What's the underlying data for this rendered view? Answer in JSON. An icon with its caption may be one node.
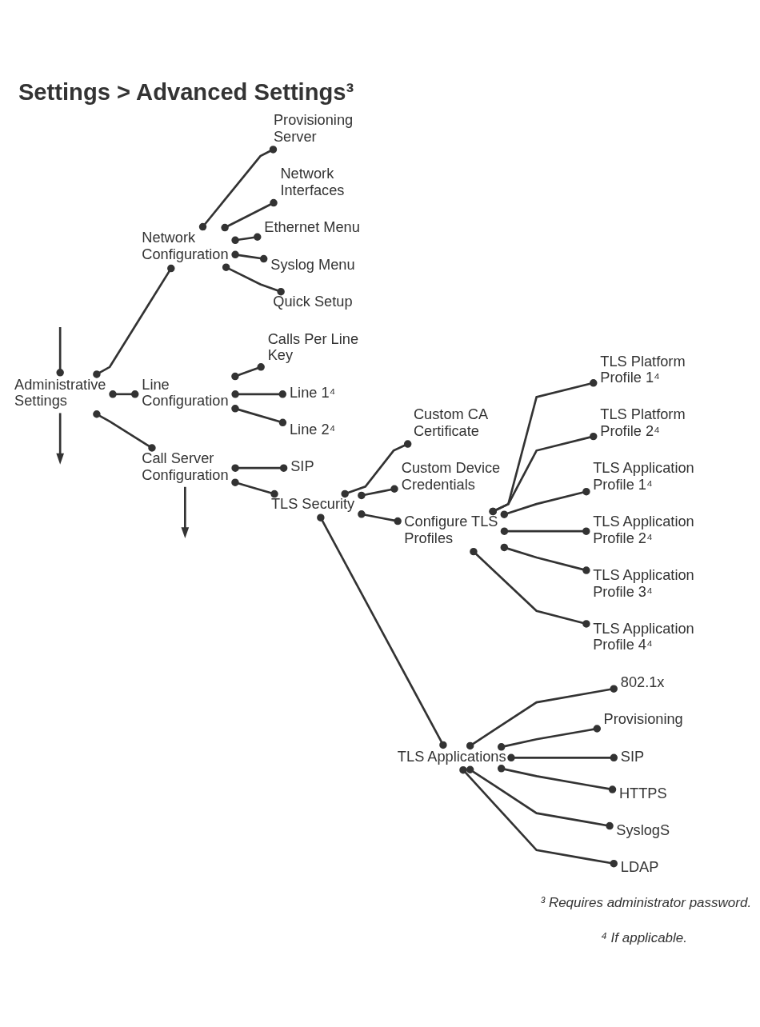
{
  "diagram": {
    "title": "Settings > Advanced Settings³",
    "nodes": [
      {
        "text": [
          "Administrative Settings"
        ]
      },
      {
        "text": [
          "Network Configuration"
        ]
      },
      {
        "text": [
          "Provisioning Server"
        ]
      },
      {
        "text": [
          "Network Interfaces"
        ]
      },
      {
        "text": [
          "Ethernet Menu"
        ]
      },
      {
        "text": [
          "Syslog Menu"
        ]
      },
      {
        "text": [
          "Quick Setup"
        ]
      },
      {
        "text": [
          "Line Configuration"
        ]
      },
      {
        "text": [
          "Calls Per Line Key"
        ]
      },
      {
        "text": [
          "Line 1⁴"
        ]
      },
      {
        "text": [
          "Line 2⁴"
        ]
      },
      {
        "text": [
          "Call Server Configuration"
        ]
      },
      {
        "text": [
          "SIP"
        ]
      },
      {
        "text": [
          "TLS Security"
        ]
      },
      {
        "text": [
          "Custom CA Certificate"
        ]
      },
      {
        "text": [
          "Custom Device Credentials"
        ]
      },
      {
        "text": [
          "Configure TLS Profiles"
        ]
      },
      {
        "text": [
          "TLS Platform Profile 1⁴"
        ]
      },
      {
        "text": [
          "TLS Platform Profile 2⁴"
        ]
      },
      {
        "text": [
          "TLS Application Profile 1⁴"
        ]
      },
      {
        "text": [
          "TLS Application Profile 2⁴"
        ]
      },
      {
        "text": [
          "TLS Application Profile 3⁴"
        ]
      },
      {
        "text": [
          "TLS Application Profile 4⁴"
        ]
      },
      {
        "text": [
          "TLS Applications"
        ]
      },
      {
        "text": [
          "802.1x"
        ]
      },
      {
        "text": [
          "Provisioning"
        ]
      },
      {
        "text": [
          "SIP"
        ]
      },
      {
        "text": [
          "HTTPS"
        ]
      },
      {
        "text": [
          "SyslogS"
        ]
      },
      {
        "text": [
          "LDAP"
        ]
      }
    ],
    "edges": [
      {
        "from": null,
        "to": 0,
        "arrow": "other"
      },
      {
        "from": 0,
        "to": 1,
        "arrow": "other"
      },
      {
        "from": 1,
        "to": 2,
        "arrow": "other"
      },
      {
        "from": 1,
        "to": 3,
        "arrow": "other"
      },
      {
        "from": 1,
        "to": 4,
        "arrow": "other"
      },
      {
        "from": 1,
        "to": 5,
        "arrow": "other"
      },
      {
        "from": 1,
        "to": 6,
        "arrow": "other"
      },
      {
        "from": 0,
        "to": 7,
        "arrow": "other"
      },
      {
        "from": 7,
        "to": 8,
        "arrow": "other"
      },
      {
        "from": 7,
        "to": 9,
        "arrow": "other"
      },
      {
        "from": 7,
        "to": 10,
        "arrow": "other"
      },
      {
        "from": 0,
        "to": 11,
        "arrow": "other"
      },
      {
        "from": 11,
        "to": 12,
        "arrow": "other"
      },
      {
        "from": 11,
        "to": 13,
        "arrow": "other"
      },
      {
        "from": 13,
        "to": 14,
        "arrow": "other"
      },
      {
        "from": 13,
        "to": 15,
        "arrow": "other"
      },
      {
        "from": 13,
        "to": 16,
        "arrow": "other"
      },
      {
        "from": 16,
        "to": 17,
        "arrow": "other"
      },
      {
        "from": 16,
        "to": 18,
        "arrow": "other"
      },
      {
        "from": 16,
        "to": 19,
        "arrow": "other"
      },
      {
        "from": 16,
        "to": 20,
        "arrow": "other"
      },
      {
        "from": 16,
        "to": 21,
        "arrow": "other"
      },
      {
        "from": 16,
        "to": 22,
        "arrow": "other"
      },
      {
        "from": 13,
        "to": 23,
        "arrow": "other"
      },
      {
        "from": 23,
        "to": 24,
        "arrow": "other"
      },
      {
        "from": 23,
        "to": 25,
        "arrow": "other"
      },
      {
        "from": 23,
        "to": 26,
        "arrow": "other"
      },
      {
        "from": 23,
        "to": 27,
        "arrow": "other"
      },
      {
        "from": 23,
        "to": 28,
        "arrow": "other"
      },
      {
        "from": 23,
        "to": 29,
        "arrow": "other"
      },
      {
        "from": 0,
        "to": null,
        "arrow": "to"
      },
      {
        "from": 11,
        "to": null,
        "arrow": "to"
      }
    ],
    "labels": [
      "³ Requires administrator password.",
      "⁴ If applicable."
    ]
  }
}
